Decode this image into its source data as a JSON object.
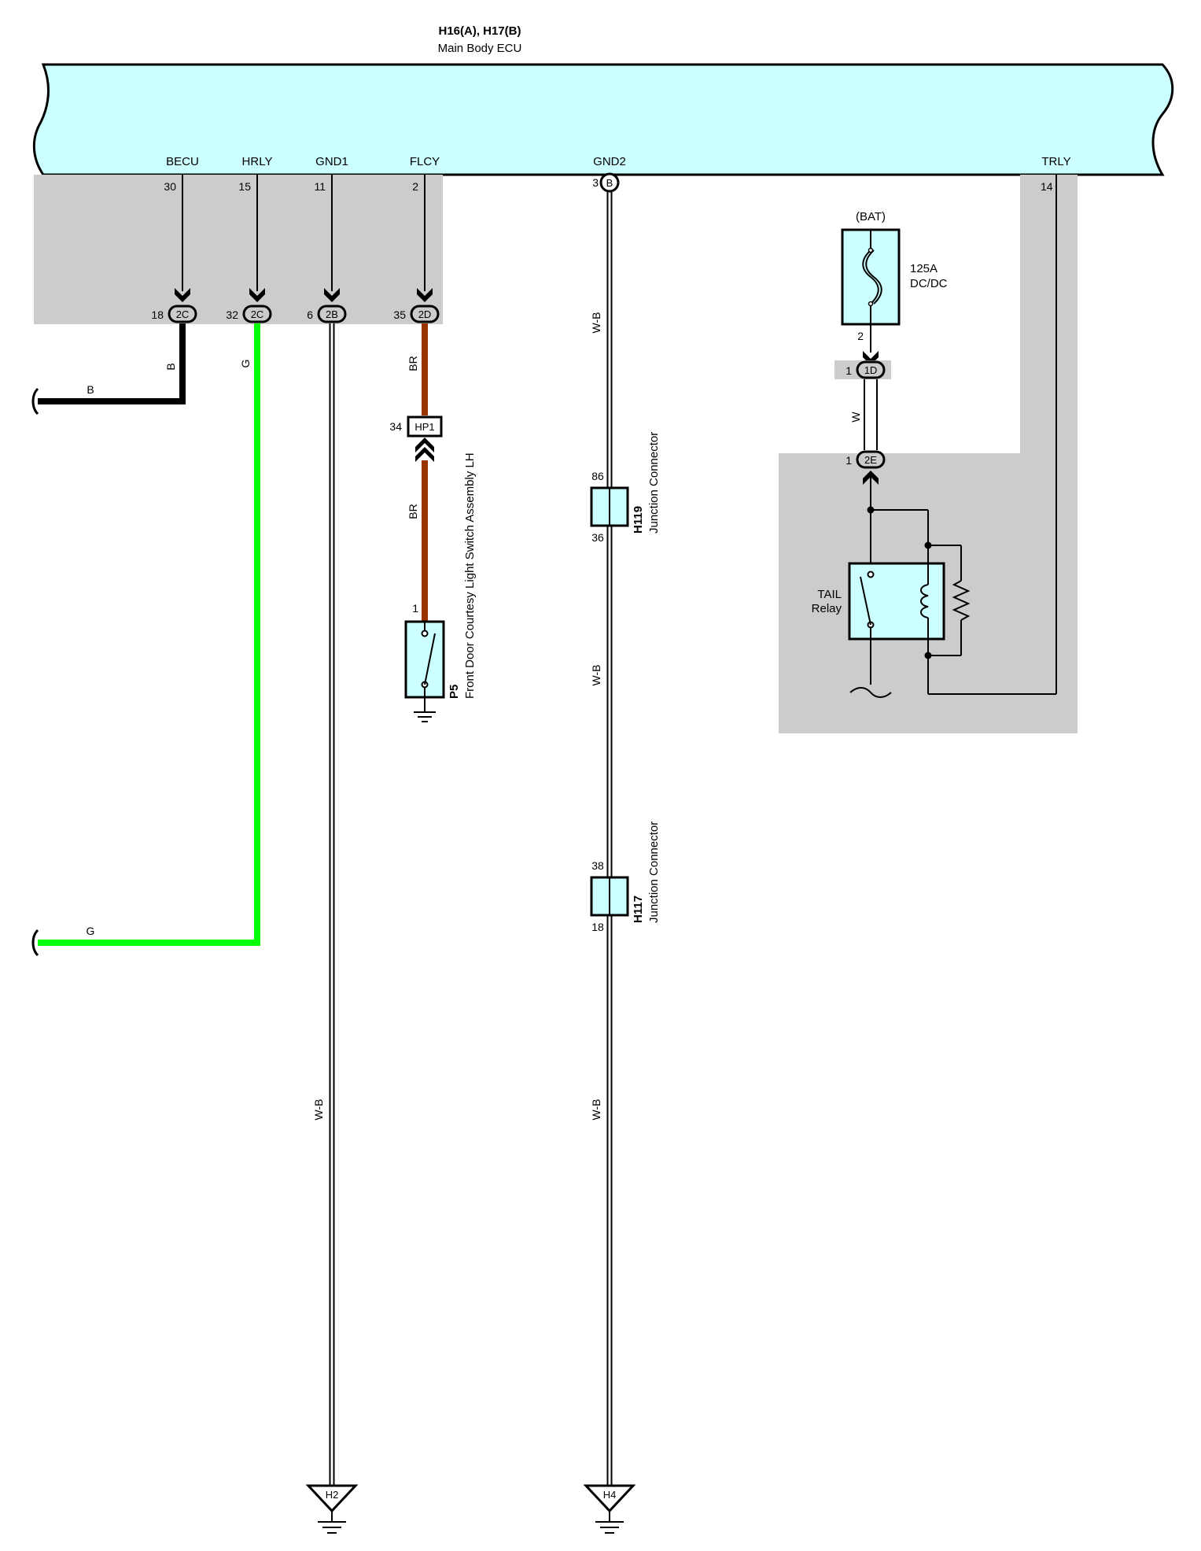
{
  "ecu": {
    "id": "H16(A), H17(B)",
    "name": "Main Body ECU",
    "terminals": {
      "becu": {
        "name": "BECU",
        "pin": "30"
      },
      "hrly": {
        "name": "HRLY",
        "pin": "15"
      },
      "gnd1": {
        "name": "GND1",
        "pin": "11"
      },
      "flcy": {
        "name": "FLCY",
        "pin": "2"
      },
      "gnd2": {
        "name": "GND2",
        "pin": "3",
        "conn": "B"
      },
      "trly": {
        "name": "TRLY",
        "pin": "14"
      }
    }
  },
  "junctions": {
    "becu": {
      "pin": "18",
      "conn": "2C"
    },
    "hrly": {
      "pin": "32",
      "conn": "2C"
    },
    "gnd1": {
      "pin": "6",
      "conn": "2B"
    },
    "flcy": {
      "pin": "35",
      "conn": "2D"
    }
  },
  "wires": {
    "becu_v": "B",
    "becu_h": "B",
    "hrly_v": "G",
    "hrly_h": "G",
    "gnd1": "W-B",
    "flcy_top": "BR",
    "flcy_bottom": "BR",
    "gnd2_top": "W-B",
    "gnd2_mid": "W-B",
    "gnd2_bottom": "W-B",
    "trly_feed": "W"
  },
  "colors": {
    "ecu_fill": "#ccffff",
    "junction_box": "#cccccc",
    "wire_black": "#000000",
    "wire_green": "#00ff00",
    "wire_brown": "#993300",
    "wire_white": "#ffffff"
  },
  "hp1": {
    "pin": "34",
    "label": "HP1"
  },
  "switch_p5": {
    "pin": "1",
    "id": "P5",
    "name": "Front Door Courtesy Light Switch Assembly LH"
  },
  "h119": {
    "id": "H119",
    "name": "Junction Connector",
    "pin_top": "86",
    "pin_bottom": "36"
  },
  "h117": {
    "id": "H117",
    "name": "Junction Connector",
    "pin_top": "38",
    "pin_bottom": "18"
  },
  "fuse": {
    "source": "(BAT)",
    "rating": "125A",
    "name": "DC/DC",
    "pin": "2"
  },
  "conn_1d": {
    "pin": "1",
    "conn": "1D"
  },
  "conn_2e": {
    "pin": "1",
    "conn": "2E"
  },
  "relay": {
    "line1": "TAIL",
    "line2": "Relay"
  },
  "grounds": {
    "g1": "H2",
    "g2": "H4"
  }
}
